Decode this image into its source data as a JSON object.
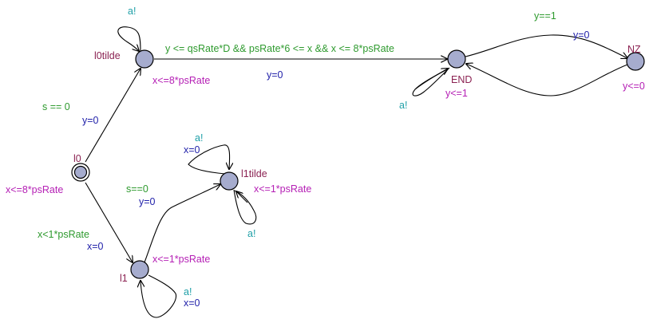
{
  "colors": {
    "location_name": "#8b2252",
    "invariant": "#b520b5",
    "guard": "#2e9a2e",
    "sync": "#20a0a8",
    "assignment": "#2222aa",
    "node_fill": "#a6acce",
    "edge": "#000000"
  },
  "locations": {
    "l0": {
      "name": "l0",
      "invariant": "x<=8*psRate",
      "initial": true
    },
    "l0tilde": {
      "name": "l0tilde",
      "invariant": "x<=8*psRate"
    },
    "l1": {
      "name": "l1",
      "invariant": "x<=1*psRate"
    },
    "l1tilde": {
      "name": "l1tilde",
      "invariant": "x<=1*psRate"
    },
    "end": {
      "name": "END",
      "invariant": "y<=1"
    },
    "nz": {
      "name": "NZ",
      "invariant": "y<=0"
    }
  },
  "edges": {
    "l0_to_l0tilde": {
      "guard": "s == 0",
      "assignment": "y=0"
    },
    "l0tilde_self": {
      "sync": "a!"
    },
    "l0tilde_to_end": {
      "guard": "y <= qsRate*D && psRate*6 <= x && x <= 8*psRate",
      "assignment": "y=0"
    },
    "end_self": {
      "sync": "a!"
    },
    "end_to_nz": {
      "guard": "y==1",
      "assignment": "y=0"
    },
    "l0_to_l1": {
      "guard": "x<1*psRate",
      "assignment": "x=0"
    },
    "l1_to_l1tilde": {
      "guard": "s==0",
      "assignment": "y=0"
    },
    "l1tilde_self_top": {
      "sync": "a!",
      "assignment": "x=0"
    },
    "l1tilde_self_bottom": {
      "sync": "a!"
    },
    "l1_self": {
      "sync": "a!",
      "assignment": "x=0"
    }
  }
}
